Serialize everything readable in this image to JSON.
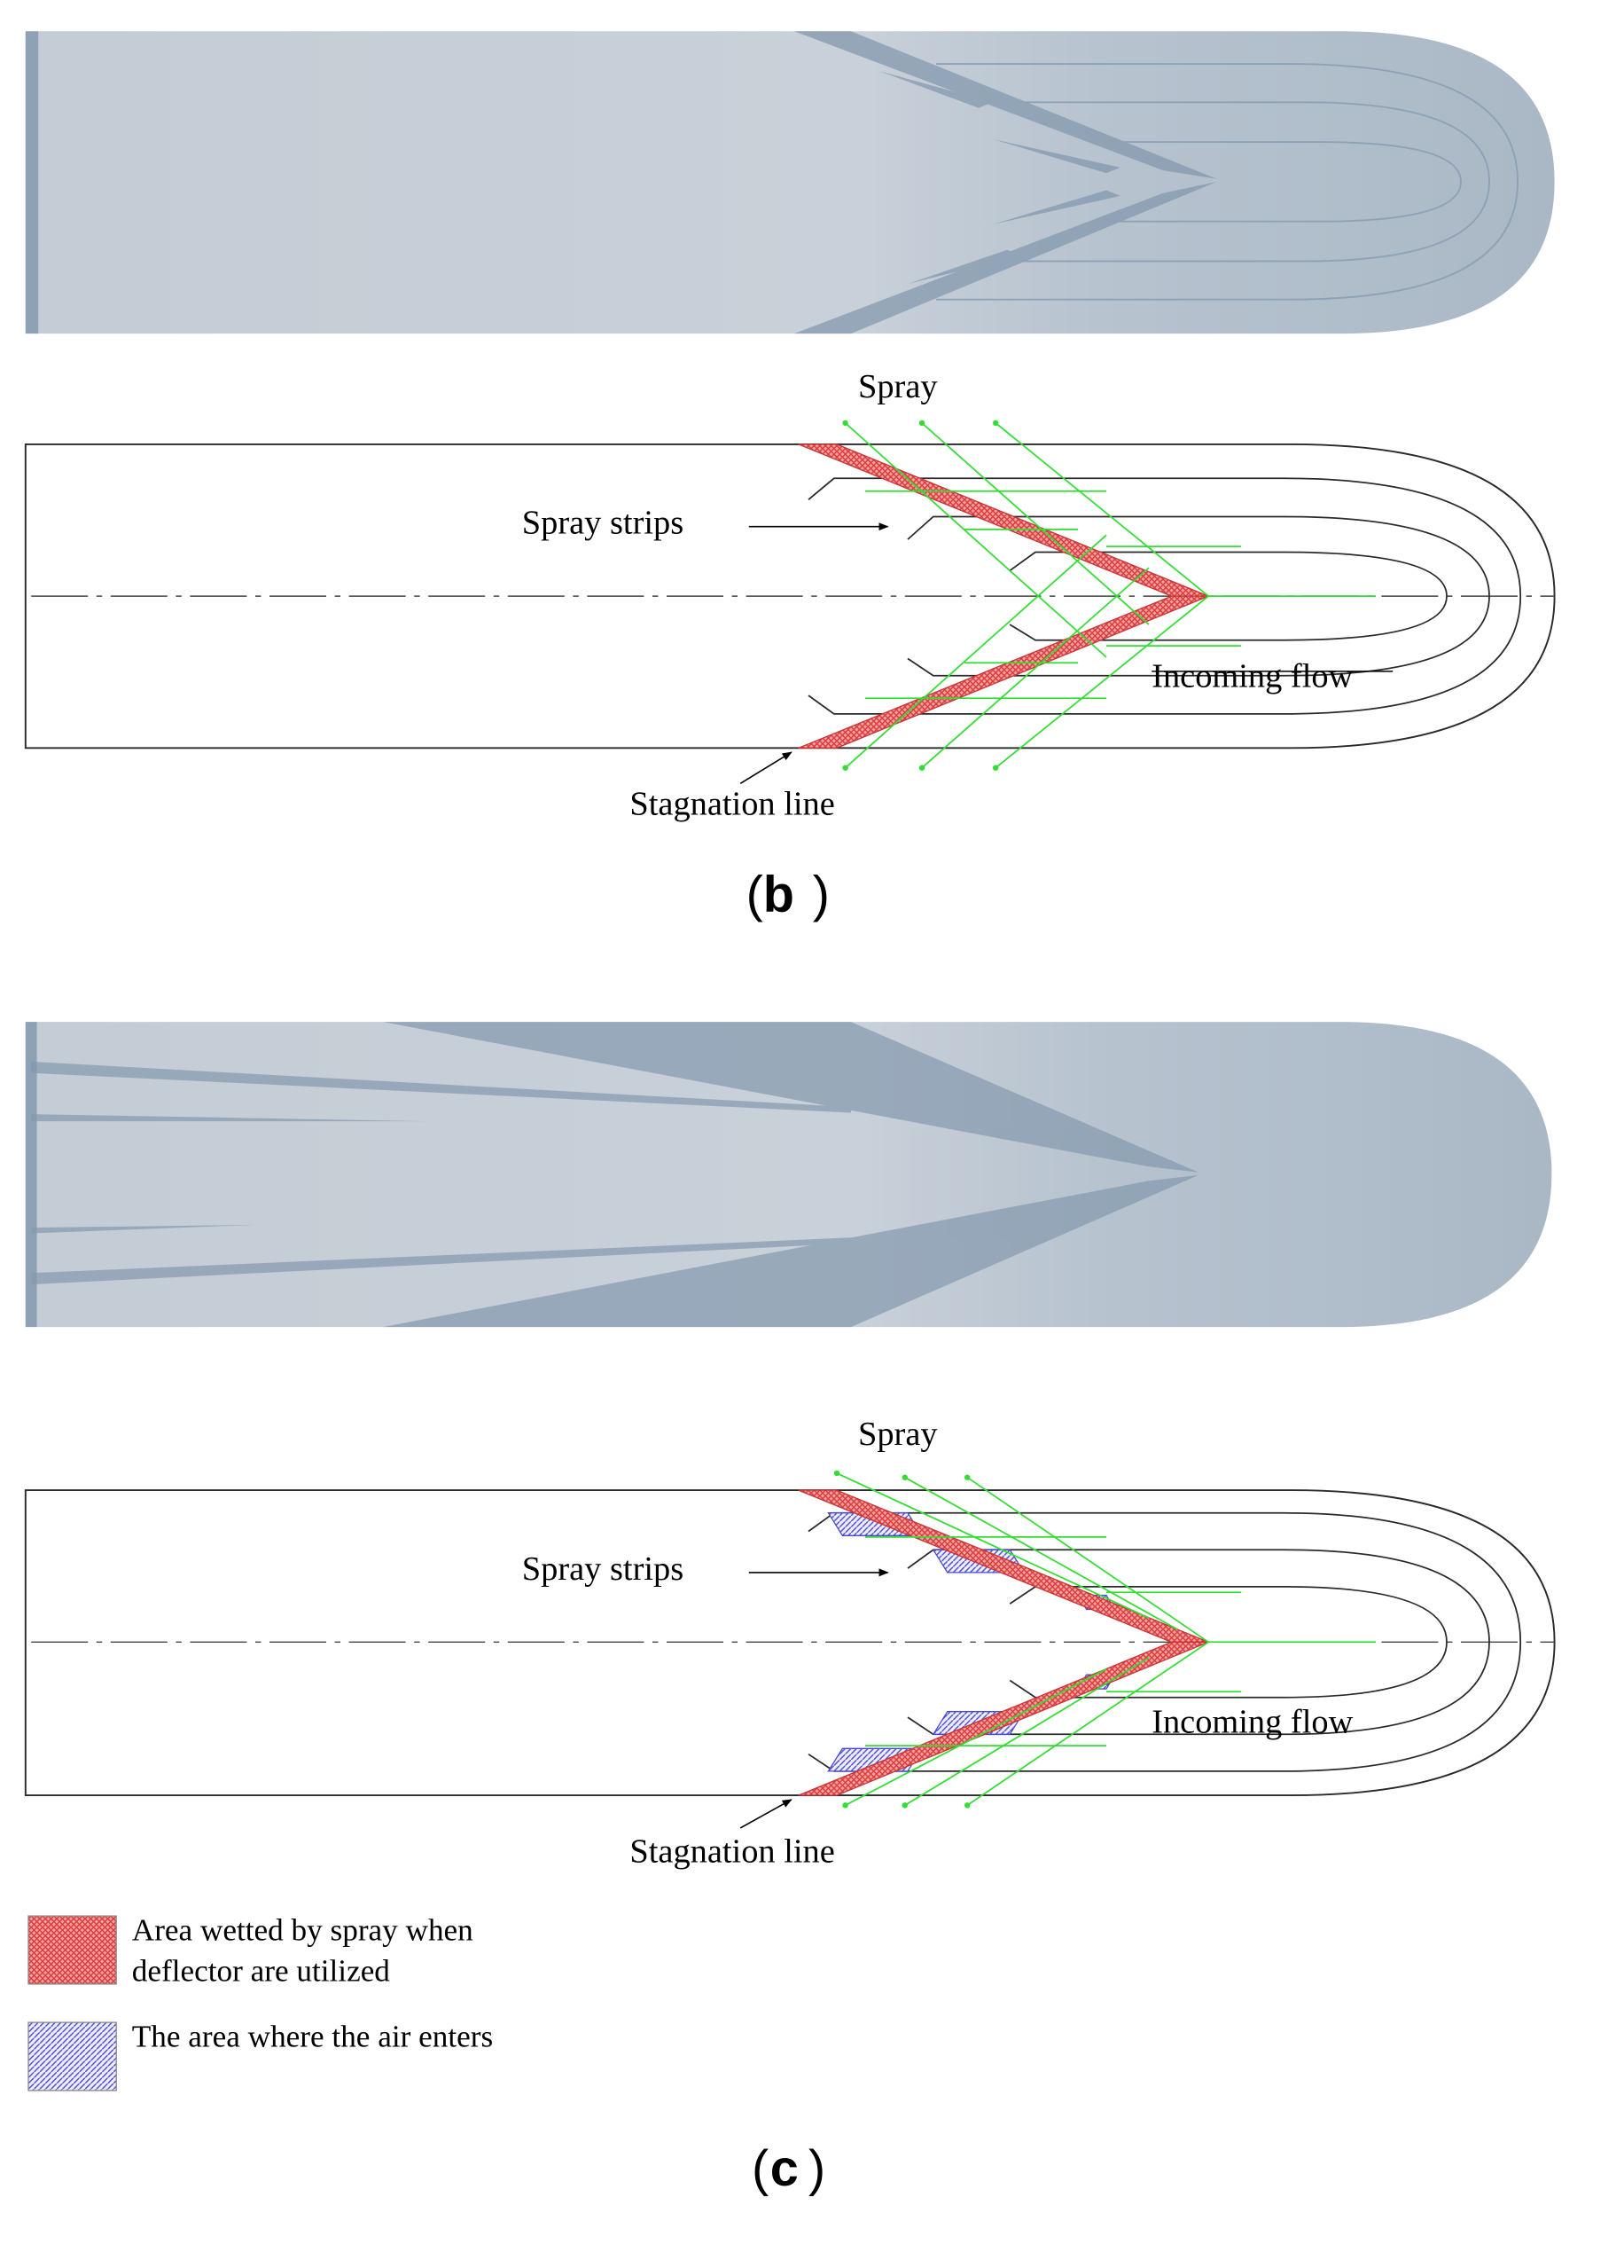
{
  "panel_b": {
    "caption": "b",
    "labels": {
      "spray": "Spray",
      "spray_strips": "Spray strips",
      "incoming_flow": "Incoming flow",
      "stagnation_line": "Stagnation line"
    }
  },
  "panel_c": {
    "caption": "c",
    "labels": {
      "spray": "Spray",
      "spray_strips": "Spray strips",
      "incoming_flow": "Incoming flow",
      "stagnation_line": "Stagnation line"
    }
  },
  "legend": {
    "wetted_line1": "Area wetted by spray when",
    "wetted_line2": "deflector are utilized",
    "air_enters": "The area where the air enters"
  },
  "colors": {
    "hull_light": "#c9d0d8",
    "hull_dark": "#a5b4c3",
    "wetted_red": "#e86464",
    "air_blue": "#6e6ed8",
    "spray_green": "#33dd33",
    "outline": "#2a2a2a"
  }
}
